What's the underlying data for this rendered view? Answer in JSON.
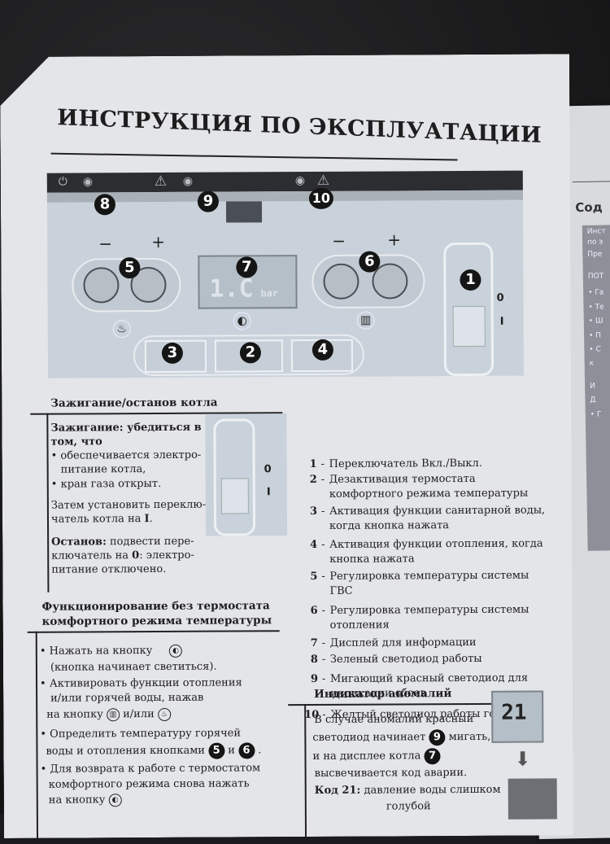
{
  "title": "ИНСТРУКЦИЯ ПО ЭКСПЛУАТАЦИИ",
  "panel": {
    "markers": [
      "1",
      "2",
      "3",
      "4",
      "5",
      "6",
      "7",
      "8",
      "9",
      "10"
    ],
    "minus": "−",
    "plus": "+",
    "display_value": "1.C",
    "display_unit": "bar",
    "switch_on": "I",
    "switch_off": "0",
    "colors": {
      "panel_bg": "#c9d2db",
      "top_bar": "#2b2d31",
      "badge": "#151515"
    }
  },
  "ignition": {
    "heading": "Зажигание/останов котла",
    "sub_heading_1": "Зажигание: убедиться в",
    "sub_heading_2": "том, что",
    "bullet_1a": "• обеспечивается электро-",
    "bullet_1b": "питание котла,",
    "bullet_2": "• кран газа открыт.",
    "then_1": "Затем установить переклю-",
    "then_2a": "чатель котла на ",
    "then_2b": "I",
    "then_2c": ".",
    "stop_1a": "Останов:",
    "stop_1b": " подвести пере-",
    "stop_2a": "ключатель на ",
    "stop_2b": "0",
    "stop_2c": ": электро-",
    "stop_3": "питание отключено."
  },
  "legend": [
    {
      "n": "1",
      "lines": [
        "Переключатель Вкл./Выкл."
      ]
    },
    {
      "n": "2",
      "lines": [
        "Дезактивация термостата",
        "комфортного режима температуры"
      ]
    },
    {
      "n": "3",
      "lines": [
        "Активация функции санитарной воды,",
        "когда кнопка нажата"
      ]
    },
    {
      "n": "4",
      "lines": [
        "Активация функции отопления, когда",
        "кнопка нажата"
      ]
    },
    {
      "n": "5",
      "lines": [
        "Регулировка температуры системы",
        "ГВС"
      ]
    },
    {
      "n": "6",
      "lines": [
        "Регулировка температуры системы",
        "отопления"
      ]
    },
    {
      "n": "7",
      "lines": [
        "Дисплей для информации"
      ]
    },
    {
      "n": "8",
      "lines": [
        "Зеленый светодиод работы"
      ]
    },
    {
      "n": "9",
      "lines": [
        "Мигающий красный светодиод для",
        "индикации сбоев"
      ]
    },
    {
      "n": "10",
      "lines": [
        "Желтый светодиод работы горелки"
      ]
    }
  ],
  "no_thermostat": {
    "heading_1": "Функционирование без термостата",
    "heading_2": "комфортного режима температуры",
    "l1": "• Нажать на кнопку",
    "l2": "(кнопка начинает светиться).",
    "l3": "• Активировать функции отопления",
    "l4": "и/или горячей воды, нажав",
    "l5a": "на кнопку",
    "l5b": "и/или",
    "l6": "• Определить температуру горячей",
    "l7a": "воды и отопления кнопками",
    "l7b": "и",
    "l8": "• Для возврата к работе с термостатом",
    "l9": "комфортного режима снова нажать",
    "l10": "на кнопку",
    "ref_5": "5",
    "ref_6": "6"
  },
  "anomaly": {
    "heading": "Индикатор аномалий",
    "l1": "В случае аномалий красный",
    "l2a": "светодиод начинает",
    "l2b": "мигать,",
    "l3a": "и на дисплее котла",
    "l4": "высвечивается код аварии.",
    "l5a": "Код 21:",
    "l5b": " давление воды слишком",
    "l6": "голубой",
    "ref_9": "9",
    "ref_7": "7",
    "display_code": "21"
  },
  "right_page": {
    "heading": "Сод",
    "lines": [
      "Инст",
      "по э",
      "Пре",
      "ПОТ",
      "• Га",
      "• Те",
      "• Ш",
      "• П",
      "• С",
      "к",
      "И",
      "Д",
      "• Г"
    ]
  }
}
